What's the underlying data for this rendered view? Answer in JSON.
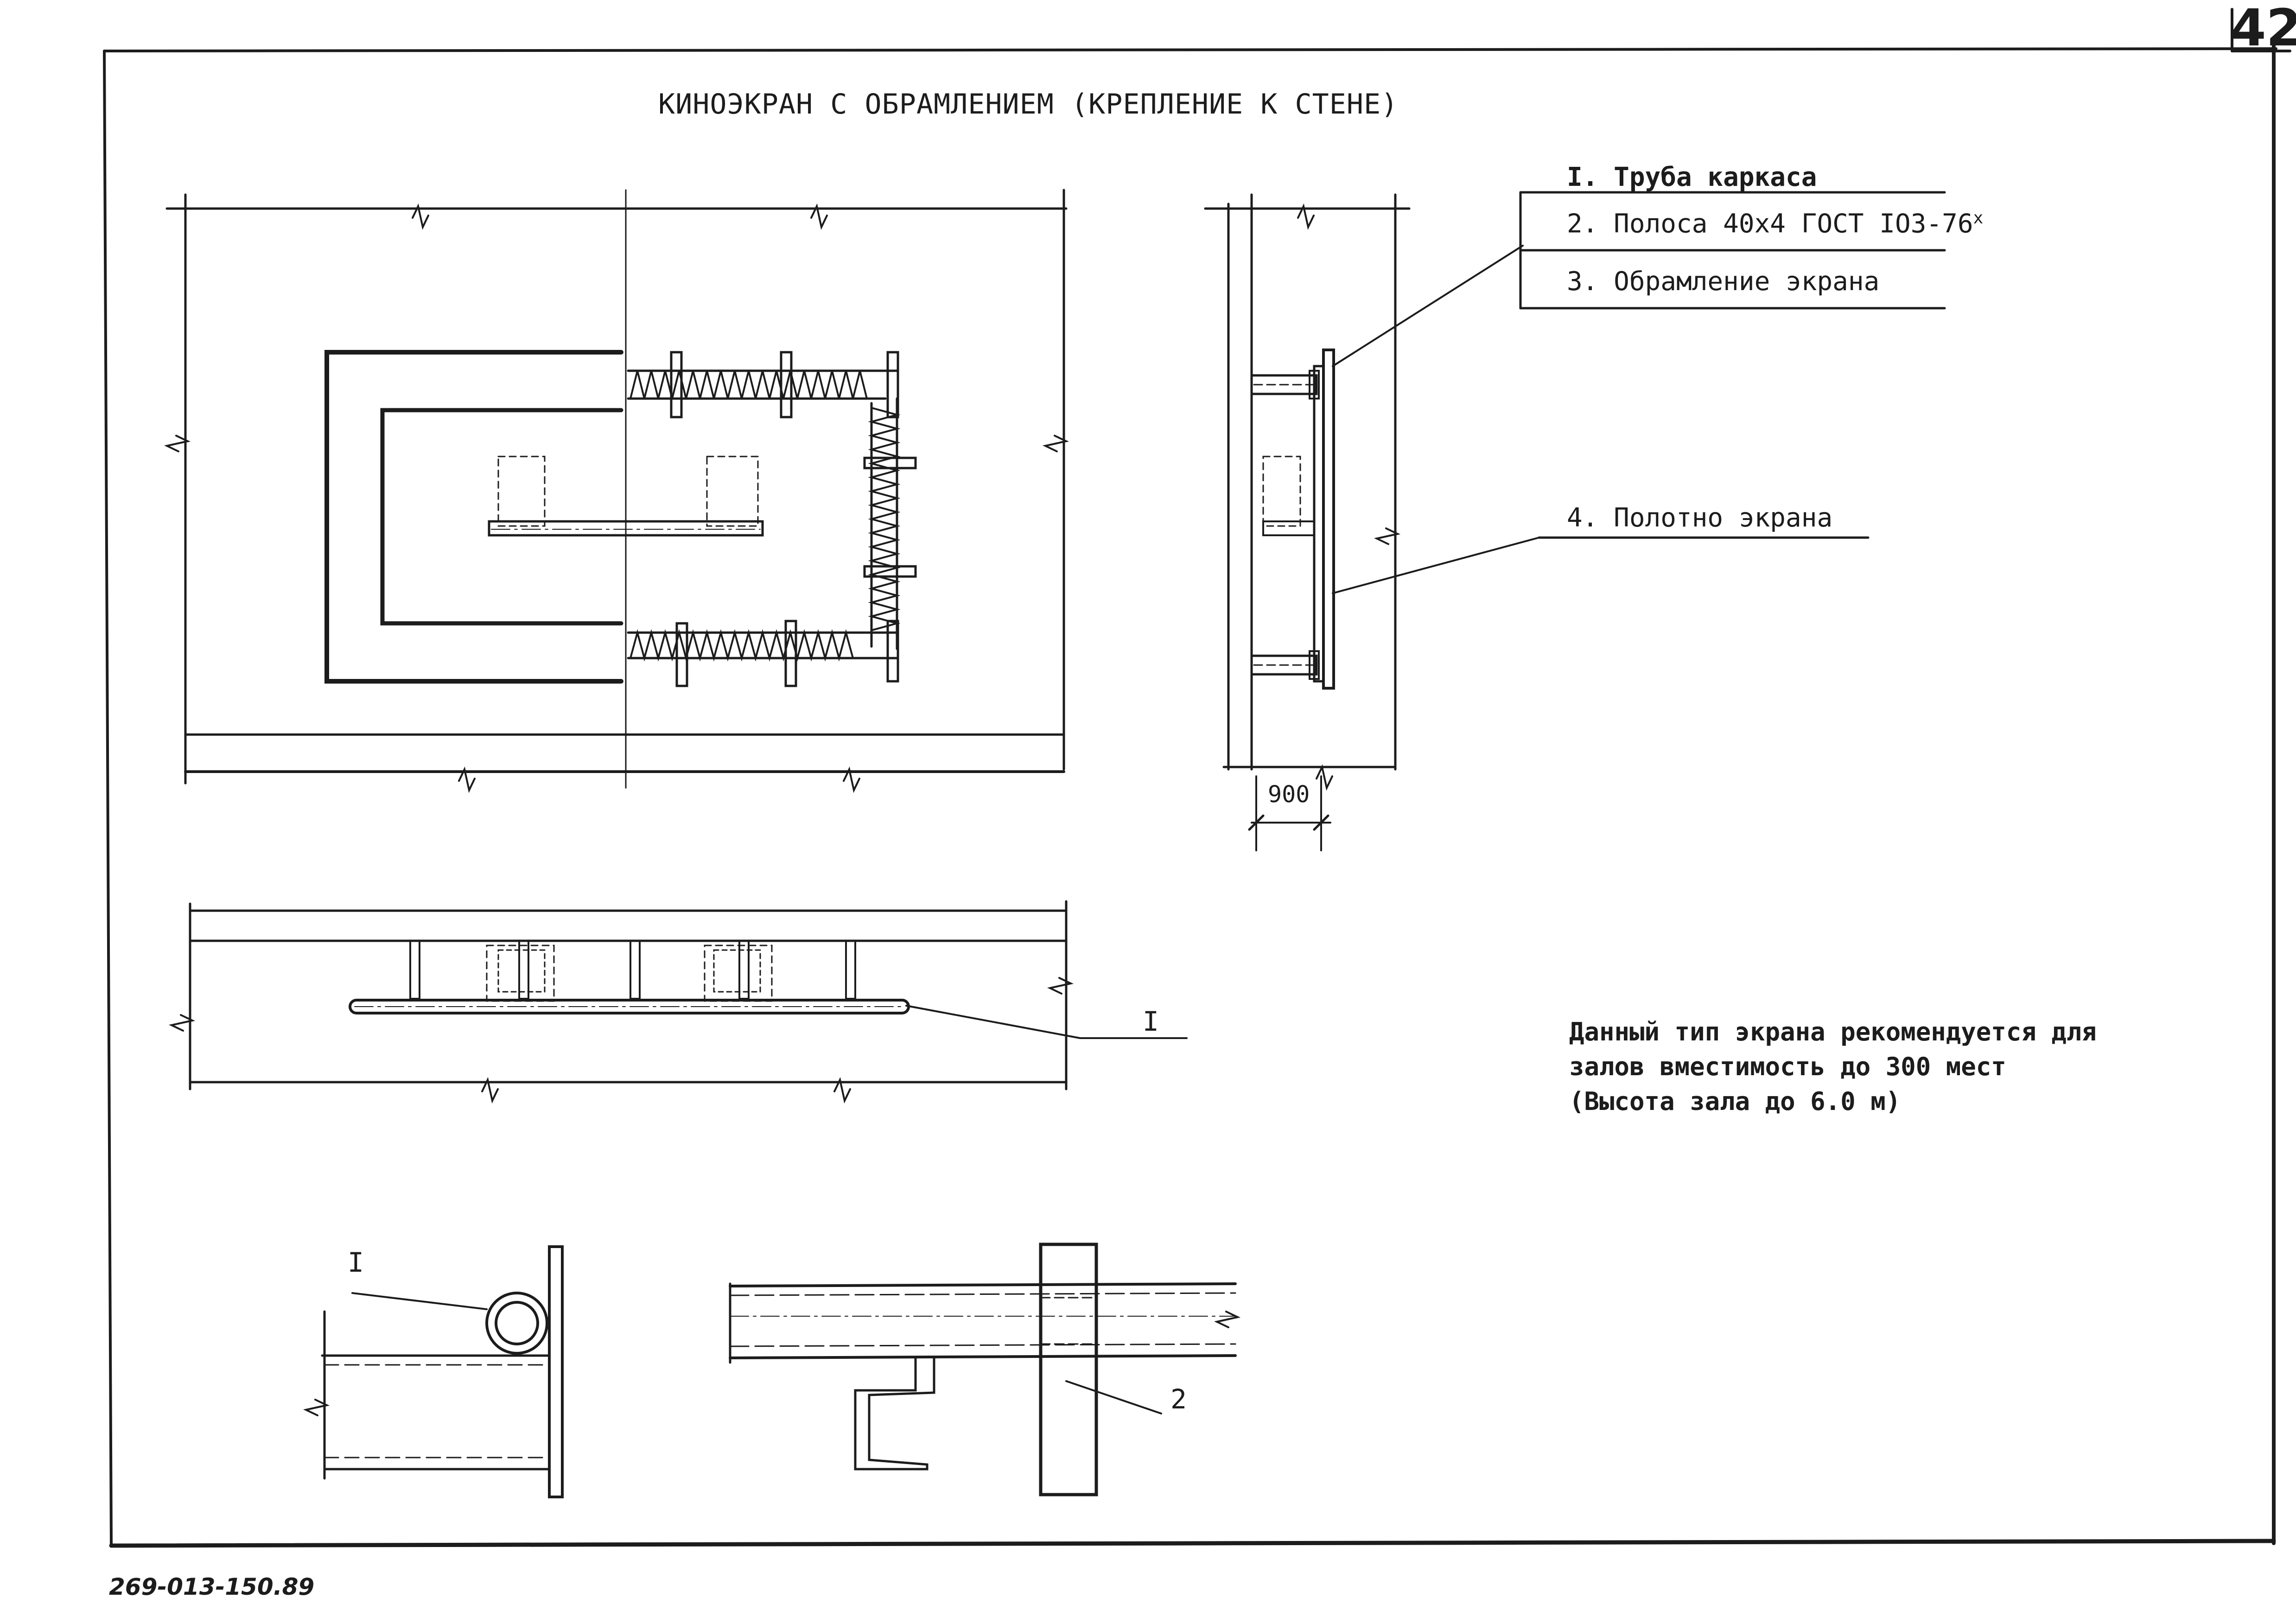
{
  "page_number": "42",
  "title": "КИНОЭКРАН С ОБРАМЛЕНИЕМ  (КРЕПЛЕНИЕ К СТЕНЕ)",
  "legend": [
    {
      "text": "I. Труба каркаса"
    },
    {
      "text": "2. Полоса 40х4 ГОСТ IОЗ-76"
    },
    {
      "text": "3. Обрамление экрана"
    },
    {
      "text": "4. Полотно экрана"
    }
  ],
  "legend_mark": "х",
  "note": {
    "line1": "Данный тип экрана рекомендуется для",
    "line2": "залов вместимость до 300 мест",
    "line3": "(Высота зала до 6.0 м)"
  },
  "dimension_900": "900",
  "callout_I_plan": "I",
  "callout_I_detail": "I",
  "callout_2": "2",
  "drawing_code": "269-013-150.89",
  "colors": {
    "ink": "#1c1c1c",
    "paper": "#ffffff"
  }
}
